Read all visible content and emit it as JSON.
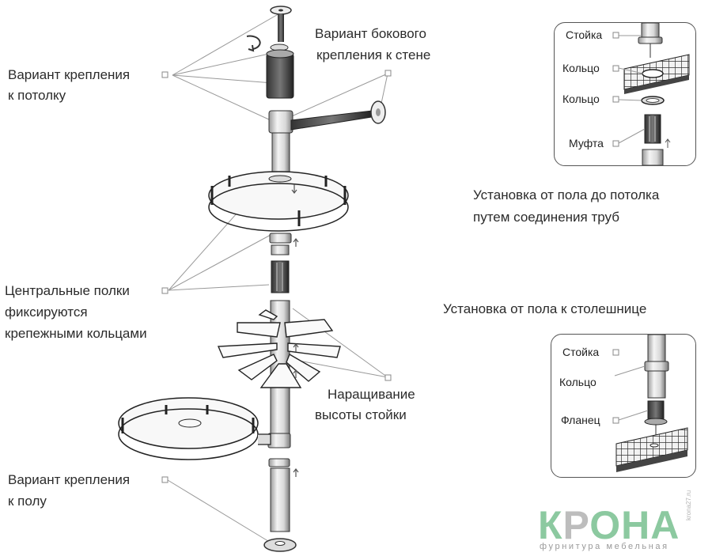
{
  "labels": {
    "ceiling_mount": [
      "Вариант крепления",
      "к потолку"
    ],
    "wall_mount": [
      "Вариант бокового",
      "крепления к стене"
    ],
    "central_shelves": [
      "Центральные полки",
      "фиксируются",
      "крепежными кольцами"
    ],
    "height_extension": [
      "Наращивание",
      "высоты  стойки"
    ],
    "floor_mount": [
      "Вариант крепления",
      "к полу"
    ],
    "floor_to_ceiling": [
      "Установка от пола до потолка",
      "путем соединения труб"
    ],
    "floor_to_counter": "Установка от пола к  столешнице"
  },
  "inset_top": {
    "post": "Стойка",
    "ring1": "Кольцо",
    "ring2": "Кольцо",
    "coupling": "Муфта"
  },
  "inset_bottom": {
    "post": "Стойка",
    "ring": "Кольцо",
    "flange": "Фланец"
  },
  "logo": {
    "k": "К",
    "r": "Р",
    "rest": "ОНА",
    "tagline": "фурнитура мебельная",
    "site": "krona27.ru",
    "green": "#8cc9a0",
    "gray": "#bdbdbd"
  }
}
